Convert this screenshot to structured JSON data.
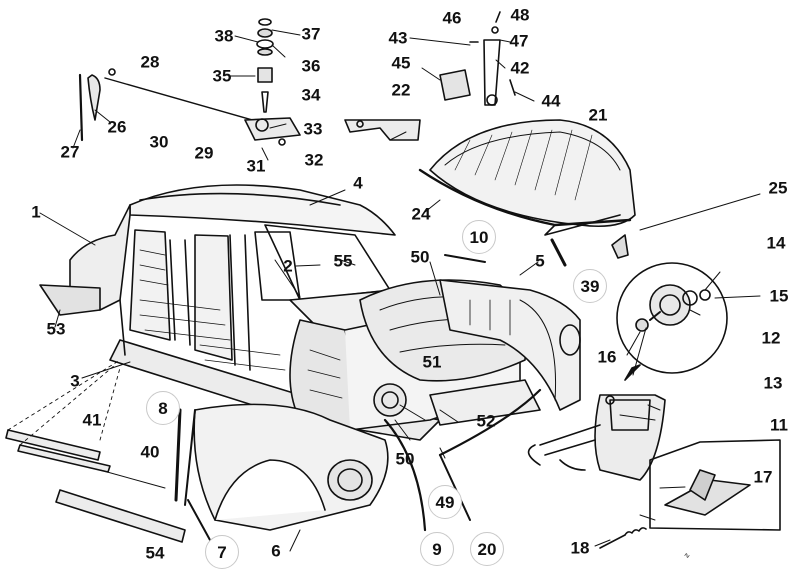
{
  "diagram": {
    "callouts": [
      {
        "id": "c1",
        "text": "1",
        "circled": false
      },
      {
        "id": "c2",
        "text": "2",
        "circled": false
      },
      {
        "id": "c3",
        "text": "3",
        "circled": false
      },
      {
        "id": "c4",
        "text": "4",
        "circled": false
      },
      {
        "id": "c5",
        "text": "5",
        "circled": false
      },
      {
        "id": "c6",
        "text": "6",
        "circled": false
      },
      {
        "id": "c7",
        "text": "7",
        "circled": true
      },
      {
        "id": "c8",
        "text": "8",
        "circled": true
      },
      {
        "id": "c9",
        "text": "9",
        "circled": true
      },
      {
        "id": "c10",
        "text": "10",
        "circled": true
      },
      {
        "id": "c11",
        "text": "11",
        "circled": false
      },
      {
        "id": "c12",
        "text": "12",
        "circled": false
      },
      {
        "id": "c13",
        "text": "13",
        "circled": false
      },
      {
        "id": "c14",
        "text": "14",
        "circled": false
      },
      {
        "id": "c15",
        "text": "15",
        "circled": false
      },
      {
        "id": "c16",
        "text": "16",
        "circled": false
      },
      {
        "id": "c17",
        "text": "17",
        "circled": false
      },
      {
        "id": "c18",
        "text": "18",
        "circled": false
      },
      {
        "id": "c20",
        "text": "20",
        "circled": true
      },
      {
        "id": "c21",
        "text": "21",
        "circled": false
      },
      {
        "id": "c22",
        "text": "22",
        "circled": false
      },
      {
        "id": "c24",
        "text": "24",
        "circled": false
      },
      {
        "id": "c25",
        "text": "25",
        "circled": false
      },
      {
        "id": "c26",
        "text": "26",
        "circled": false
      },
      {
        "id": "c27",
        "text": "27",
        "circled": false
      },
      {
        "id": "c28",
        "text": "28",
        "circled": false
      },
      {
        "id": "c29",
        "text": "29",
        "circled": false
      },
      {
        "id": "c30",
        "text": "30",
        "circled": false
      },
      {
        "id": "c31",
        "text": "31",
        "circled": false
      },
      {
        "id": "c32",
        "text": "32",
        "circled": false
      },
      {
        "id": "c33",
        "text": "33",
        "circled": false
      },
      {
        "id": "c34",
        "text": "34",
        "circled": false
      },
      {
        "id": "c35",
        "text": "35",
        "circled": false
      },
      {
        "id": "c36",
        "text": "36",
        "circled": false
      },
      {
        "id": "c37",
        "text": "37",
        "circled": false
      },
      {
        "id": "c38",
        "text": "38",
        "circled": false
      },
      {
        "id": "c39",
        "text": "39",
        "circled": true
      },
      {
        "id": "c40",
        "text": "40",
        "circled": false
      },
      {
        "id": "c41",
        "text": "41",
        "circled": false
      },
      {
        "id": "c42",
        "text": "42",
        "circled": false
      },
      {
        "id": "c43",
        "text": "43",
        "circled": false
      },
      {
        "id": "c44",
        "text": "44",
        "circled": false
      },
      {
        "id": "c45",
        "text": "45",
        "circled": false
      },
      {
        "id": "c46",
        "text": "46",
        "circled": false
      },
      {
        "id": "c47",
        "text": "47",
        "circled": false
      },
      {
        "id": "c48",
        "text": "48",
        "circled": false
      },
      {
        "id": "c49",
        "text": "49",
        "circled": true
      },
      {
        "id": "c50a",
        "text": "50",
        "circled": false
      },
      {
        "id": "c50b",
        "text": "50",
        "circled": false
      },
      {
        "id": "c51",
        "text": "51",
        "circled": false
      },
      {
        "id": "c52",
        "text": "52",
        "circled": false
      },
      {
        "id": "c53",
        "text": "53",
        "circled": false
      },
      {
        "id": "c54",
        "text": "54",
        "circled": false
      },
      {
        "id": "c55",
        "text": "55",
        "circled": false
      }
    ]
  }
}
